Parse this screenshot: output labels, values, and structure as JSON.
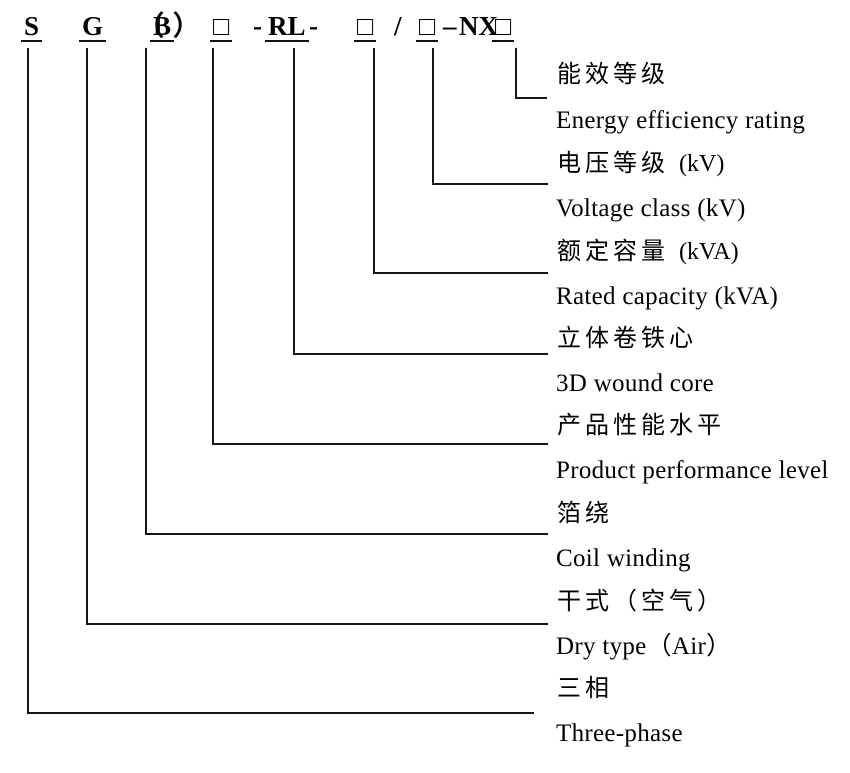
{
  "ink_color": "#000000",
  "line_color": "#151515",
  "code": {
    "model_code": "S G（B）□ - RL - □ / □–NX□",
    "tokens": [
      {
        "text": "S"
      },
      {
        "text": "G"
      },
      {
        "text": "（"
      },
      {
        "text": "B"
      },
      {
        "text": "）"
      },
      {
        "text": "□"
      },
      {
        "text": "-"
      },
      {
        "text": "RL"
      },
      {
        "text": "-"
      },
      {
        "text": "□"
      },
      {
        "text": "/"
      },
      {
        "text": "□"
      },
      {
        "text": "–"
      },
      {
        "text": "NX"
      },
      {
        "text": "□"
      }
    ]
  },
  "rows": [
    {
      "zh": "能效等级",
      "unit": "",
      "en": "Energy efficiency rating"
    },
    {
      "zh": "电压等级",
      "unit": "(kV)",
      "en": "Voltage class (kV)"
    },
    {
      "zh": "额定容量",
      "unit": "(kVA)",
      "en": "Rated capacity (kVA)"
    },
    {
      "zh": "立体卷铁心",
      "unit": "",
      "en": "3D wound core"
    },
    {
      "zh": "产品性能水平",
      "unit": "",
      "en": "Product performance level"
    },
    {
      "zh": "箔绕",
      "unit": "",
      "en": "Coil winding"
    },
    {
      "zh": "干式（空气）",
      "unit": "",
      "en": "Dry type（Air）"
    },
    {
      "zh": "三相",
      "unit": "",
      "en": "Three-phase"
    }
  ]
}
